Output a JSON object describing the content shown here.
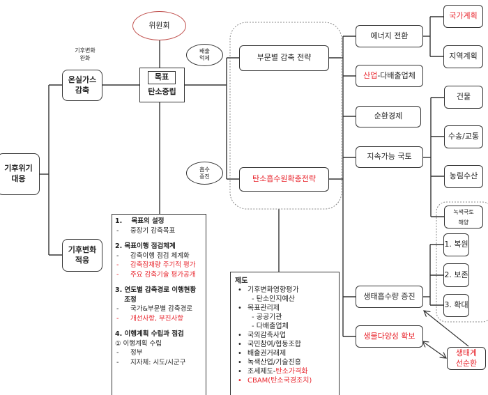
{
  "committee": "위원회",
  "mitigation_label": "기후변화\n완화",
  "ghg_reduction": "온실가스\n감축",
  "goal_box": {
    "tag": "목표",
    "title": "탄소중립"
  },
  "emission_control": "배출\n억제",
  "absorption_promotion": "흡수\n증진",
  "climate_crisis": "기후위기\n대응",
  "adaptation": "기후변화\n적응",
  "sector_strategy": "부문별 감축 전략",
  "sink_strategy": "탄소흡수원확충전략",
  "energy_transition": "에너지 전환",
  "national_plan": "국가계획",
  "regional_plan": "지역계획",
  "industry": {
    "red": "산업",
    "rest": "-다배출업체"
  },
  "circular_economy": "순환경제",
  "sustainable_land": "지속가능 국토",
  "building": "건물",
  "transport": "수송/교통",
  "agri": "농림수산",
  "green_land_ocean": {
    "line1": "녹색국토",
    "line2": "해양"
  },
  "eco_absorption": "생태흡수량 증진",
  "restore": "1. 복원",
  "preserve": "2. 보존",
  "expand": "3. 확대",
  "biodiversity": "생물다양성 확보",
  "eco_cycle": "생태계\n선순환",
  "plan_list": {
    "h1": "1.    목표의 설정",
    "h1_items": [
      "중장기 감축목표"
    ],
    "h2": "2. 목표이행 점검체계",
    "h2_items": [
      "감축이행 점검 체계화"
    ],
    "h2_red": [
      "감축잠재량 주기적 평가",
      "주요 감축기술 평가공개"
    ],
    "h3": "3. 연도별 감축경로 이행현황\n    조정",
    "h3_items": [
      "국가&부문별 감축경로"
    ],
    "h3_red": [
      "개선사항, 부진사항"
    ],
    "h4": "4. 이행계획 수립과 점검",
    "h4_sub": "① 이행계획 수립",
    "h4_items": [
      "정부",
      "지자체: 시도/시군구"
    ]
  },
  "system_list": {
    "title": "제도",
    "items": [
      {
        "text": "기후변화영향평가",
        "sub": [
          "- 탄소인지예산"
        ]
      },
      {
        "text": "목표관리제",
        "sub": [
          "- 공공기관",
          "- 다배출업체"
        ]
      },
      {
        "text": "국외감축사업"
      },
      {
        "text": "국민참여/협동조합"
      },
      {
        "text": "배출권거래제"
      },
      {
        "text": "녹색산업/기술진흥"
      }
    ],
    "tax": {
      "black": "조세제도-",
      "red": "탄소가격화"
    },
    "cbam": "CBAM(탄소국경조치)"
  }
}
